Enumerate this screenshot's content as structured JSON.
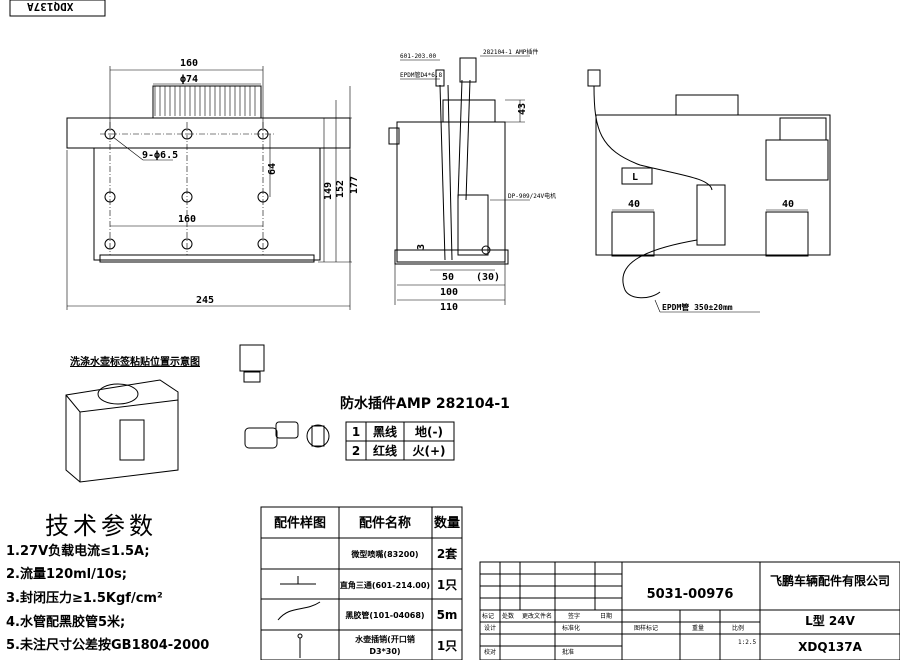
{
  "drawing": {
    "revision_tag": "XDQ137A",
    "front_view": {
      "dim_width_top": "160",
      "dim_phi": "ϕ74",
      "dim_holes": "9-ϕ6.5",
      "dim_64": "64",
      "dim_149": "149",
      "dim_152": "152",
      "dim_177": "177",
      "dim_160_inner": "160",
      "dim_245": "245"
    },
    "side_view": {
      "label_601": "601-203.00",
      "label_epdm_tube": "EPDM管D4*6.8",
      "label_connector": "282104-1 AMP插件",
      "label_motor": "DP-909/24V电机",
      "dim_43": "43",
      "dim_3": "3",
      "dim_50": "50",
      "dim_30": "(30)",
      "dim_100": "100",
      "dim_110": "110"
    },
    "rear_view": {
      "label_L": "L",
      "dim_40_left": "40",
      "dim_40_right": "40",
      "label_epdm": "EPDM管 350±20mm"
    },
    "label_position_title": "洗涤水壶标签粘贴位置示意图",
    "waterproof": {
      "title": "防水插件AMP 282104-1",
      "rows": [
        {
          "pin": "1",
          "wire": "黑线",
          "func": "地(-)"
        },
        {
          "pin": "2",
          "wire": "红线",
          "func": "火(+)"
        }
      ]
    }
  },
  "specs": {
    "title": "技术参数",
    "items": [
      "1.27V负载电流≤1.5A;",
      "2.流量120ml/10s;",
      "3.封闭压力≥1.5Kgf/cm²",
      "4.水管配黑胶管5米;",
      "5.未注尺寸公差按GB1804-2000"
    ]
  },
  "parts_table": {
    "headers": [
      "配件样图",
      "配件名称",
      "数量"
    ],
    "rows": [
      {
        "name": "微型喷嘴(83200)",
        "qty": "2套"
      },
      {
        "name": "直角三通(601-214.00)",
        "qty": "1只"
      },
      {
        "name": "黑胶管(101-04068)",
        "qty": "5m"
      },
      {
        "name": "水壶插销(开口销",
        "name2": "D3*30)",
        "qty": "1只"
      }
    ]
  },
  "title_block": {
    "part_no": "5031-00976",
    "company": "飞鹏车辆配件有限公司",
    "model": "L型 24V",
    "drawing_no": "XDQ137A",
    "scale": "1:2.5",
    "row_labels": [
      "标记",
      "处数",
      "更改文件名",
      "签字",
      "日期"
    ],
    "left_labels": [
      "设计",
      "校对"
    ],
    "mid_labels": [
      "标准化",
      "批准"
    ],
    "stage_labels": [
      "图样标记",
      "重量",
      "比例"
    ]
  }
}
